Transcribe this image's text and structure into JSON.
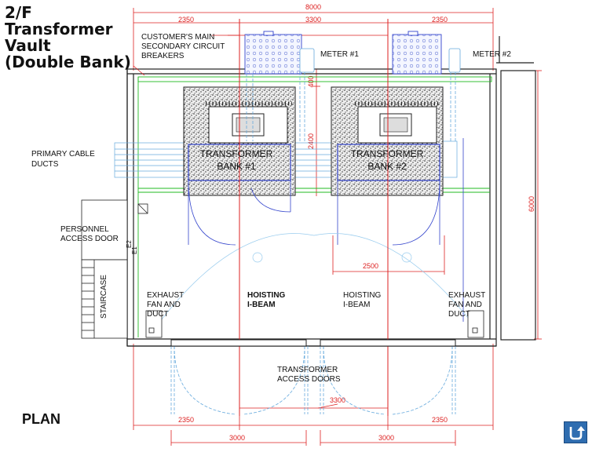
{
  "title": "2/F\nTransformer\nVault\n(Double Bank)",
  "plan_label": "PLAN",
  "labels": {
    "breakers_1": "CUSTOMER'S MAIN",
    "breakers_2": "SECONDARY CIRCUIT",
    "breakers_3": "BREAKERS",
    "meter1": "METER #1",
    "meter2": "METER #2",
    "ducts_1": "PRIMARY CABLE",
    "ducts_2": "DUCTS",
    "access_1": "PERSONNEL",
    "access_2": "ACCESS DOOR",
    "staircase": "STAIRCASE",
    "bank1_1": "TRANSFORMER",
    "bank1_2": "BANK  #1",
    "bank2_1": "TRANSFORMER",
    "bank2_2": "BANK  #2",
    "exhaust_l_1": "EXHAUST",
    "exhaust_l_2": "FAN AND",
    "exhaust_l_3": "DUCT",
    "exhaust_r_1": "EXHAUST",
    "exhaust_r_2": "FAN AND",
    "exhaust_r_3": "DUCT",
    "hoist_l_1": "HOISTING",
    "hoist_l_2": "I-BEAM",
    "hoist_r_1": "HOISTING",
    "hoist_r_2": "I-BEAM",
    "doors_1": "TRANSFORMER",
    "doors_2": "ACCESS DOORS",
    "e1": "E1",
    "e2": "E2"
  },
  "dimensions": {
    "total_width": "8000",
    "top_left": "2350",
    "top_mid": "3300",
    "top_right": "2350",
    "depth": "6000",
    "v400": "400",
    "v2400": "2400",
    "bank_gap": "2500",
    "doors_gap": "3300",
    "bottom_left": "2350",
    "bottom_right": "2350",
    "door_left": "3000",
    "door_right": "3000"
  },
  "colors": {
    "dimension": "#dd2222",
    "wall": "#222222",
    "green": "#22bb22",
    "blue": "#3344cc",
    "lightblue": "#66aadd",
    "accent_button": "#2f6db0"
  }
}
